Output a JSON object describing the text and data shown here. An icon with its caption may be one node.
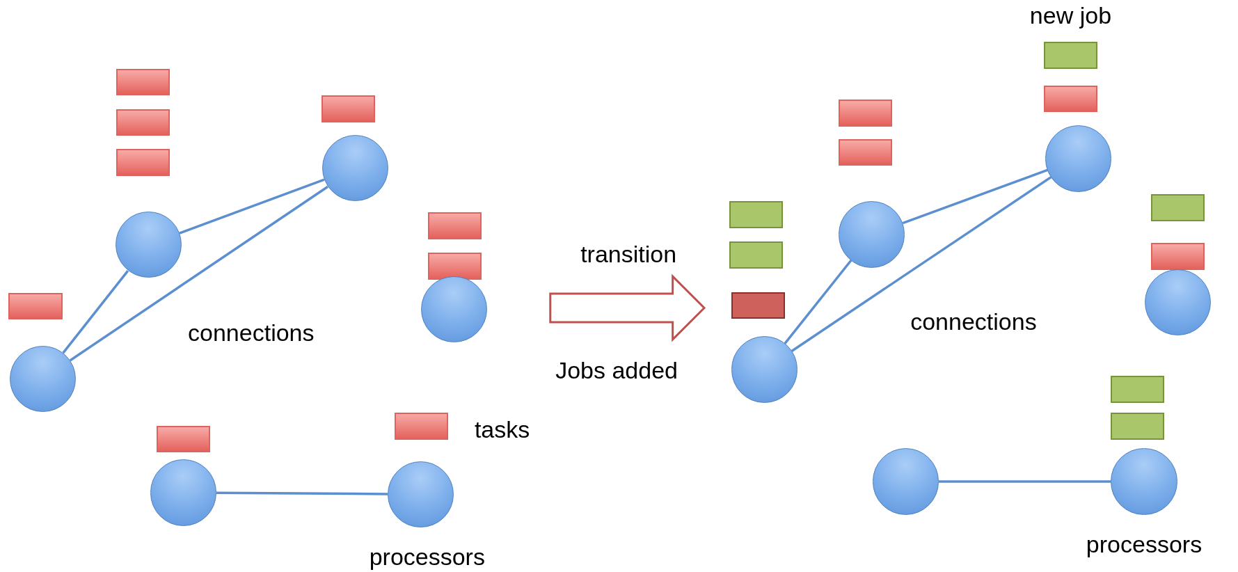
{
  "diagram": {
    "nodes": [
      {
        "text": [],
        "shape": "bar"
      },
      {
        "text": [],
        "shape": "bar"
      },
      {
        "text": [],
        "shape": "bar"
      },
      {
        "text": [],
        "shape": "bar"
      },
      {
        "text": [],
        "shape": "circle"
      },
      {
        "text": [],
        "shape": "bar"
      },
      {
        "text": [],
        "shape": "bar"
      },
      {
        "text": [],
        "shape": "circle"
      },
      {
        "text": [],
        "shape": "bar"
      },
      {
        "text": [],
        "shape": "circle"
      },
      {
        "text": [],
        "shape": "circle"
      },
      {
        "text": [],
        "shape": "bar"
      },
      {
        "text": [],
        "shape": "bar"
      },
      {
        "text": [],
        "shape": "circle"
      },
      {
        "text": [],
        "shape": "circle"
      },
      {
        "text": [],
        "shape": "bar"
      },
      {
        "text": [],
        "shape": "bar"
      },
      {
        "text": [],
        "shape": "bar"
      },
      {
        "text": [],
        "shape": "bar"
      },
      {
        "text": [],
        "shape": "circle"
      },
      {
        "text": [],
        "shape": "bar"
      },
      {
        "text": [],
        "shape": "bar"
      },
      {
        "text": [],
        "shape": "circle"
      },
      {
        "text": [],
        "shape": "bar"
      },
      {
        "text": [],
        "shape": "bar"
      },
      {
        "text": [],
        "shape": "circle"
      },
      {
        "text": [],
        "shape": "bar"
      },
      {
        "text": [],
        "shape": "circle"
      },
      {
        "text": [],
        "shape": "bar"
      },
      {
        "text": [],
        "shape": "bar"
      },
      {
        "text": [],
        "shape": "circle"
      },
      {
        "text": [],
        "shape": "circle"
      }
    ],
    "edges": [
      {
        "from": 7,
        "to": 4,
        "arrow": "none"
      },
      {
        "from": 10,
        "to": 7,
        "arrow": "none"
      },
      {
        "from": 10,
        "to": 4,
        "arrow": "none"
      },
      {
        "from": 13,
        "to": 14,
        "arrow": "none"
      },
      {
        "from": 22,
        "to": 19,
        "arrow": "none"
      },
      {
        "from": 27,
        "to": 22,
        "arrow": "none"
      },
      {
        "from": 27,
        "to": 19,
        "arrow": "none"
      },
      {
        "from": 30,
        "to": 31,
        "arrow": "none"
      }
    ],
    "labels": [
      "connections",
      "tasks",
      "processors",
      "transition",
      "Jobs added",
      "new job",
      "connections",
      "processors"
    ]
  }
}
